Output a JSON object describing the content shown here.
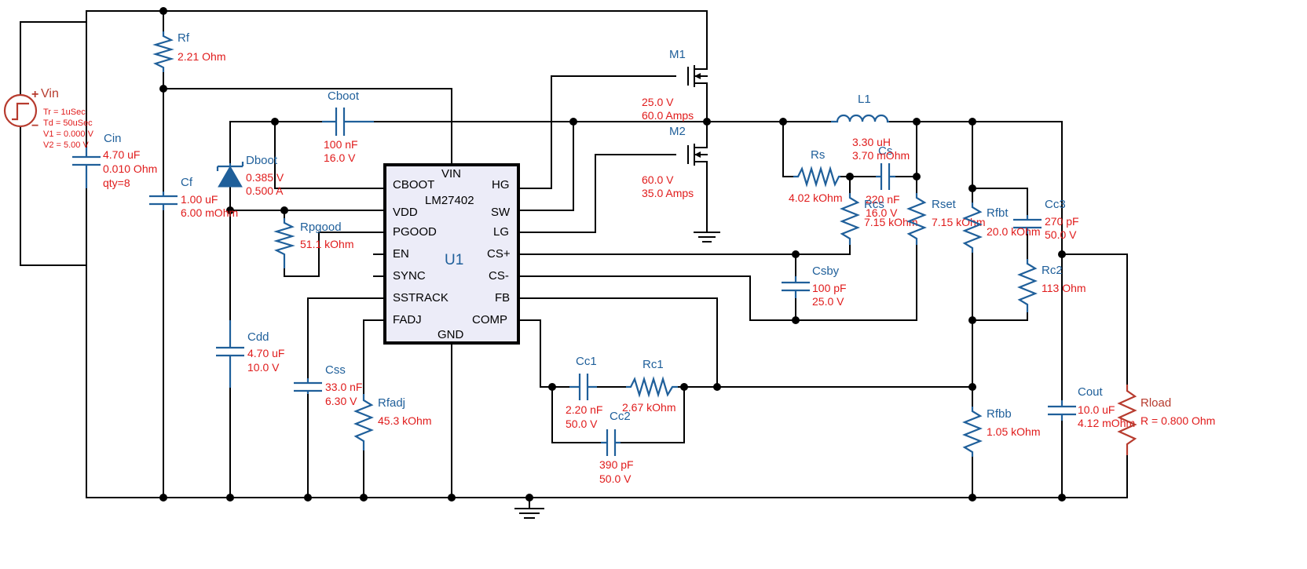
{
  "schematic": {
    "ic": {
      "ref": "U1",
      "part": "LM27402",
      "pins": {
        "vin": "VIN",
        "cboot": "CBOOT",
        "hg": "HG",
        "vdd": "VDD",
        "sw": "SW",
        "pgood": "PGOOD",
        "lg": "LG",
        "en": "EN",
        "csp": "CS+",
        "sync": "SYNC",
        "csm": "CS-",
        "sstrack": "SSTRACK",
        "fb": "FB",
        "fadj": "FADJ",
        "comp": "COMP",
        "gnd": "GND"
      }
    },
    "vin": {
      "name": "Vin",
      "plus": "+",
      "minus": "−",
      "tr": "Tr = 1uSec",
      "td": "Td = 50uSec",
      "v1": "V1 = 0.000 V",
      "v2": "V2 = 5.00 V"
    },
    "components": {
      "rf": {
        "name": "Rf",
        "value1": "2.21 Ohm"
      },
      "cin": {
        "name": "Cin",
        "value1": "4.70 uF",
        "value2": "0.010 Ohm",
        "value3": "qty=8"
      },
      "cf": {
        "name": "Cf",
        "value1": "1.00 uF",
        "value2": "6.00 mOhm"
      },
      "cboot": {
        "name": "Cboot",
        "value1": "100 nF",
        "value2": "16.0 V"
      },
      "dboot": {
        "name": "Dboot",
        "value1": "0.385 V",
        "value2": "0.500 A"
      },
      "rpgood": {
        "name": "Rpgood",
        "value1": "51.1 kOhm"
      },
      "cdd": {
        "name": "Cdd",
        "value1": "4.70 uF",
        "value2": "10.0 V"
      },
      "css": {
        "name": "Css",
        "value1": "33.0 nF",
        "value2": "6.30 V"
      },
      "rfadj": {
        "name": "Rfadj",
        "value1": "45.3 kOhm"
      },
      "m1": {
        "name": "M1",
        "value1": "25.0 V",
        "value2": "60.0 Amps"
      },
      "m2": {
        "name": "M2",
        "value1": "60.0 V",
        "value2": "35.0 Amps"
      },
      "l1": {
        "name": "L1",
        "value1": "3.30 uH",
        "value2": "3.70 mOhm"
      },
      "rs": {
        "name": "Rs",
        "value1": "4.02 kOhm"
      },
      "cs": {
        "name": "Cs",
        "value1": "220 nF",
        "value2": "16.0 V"
      },
      "rcs": {
        "name": "Rcs",
        "value1": "7.15 kOhm"
      },
      "rset": {
        "name": "Rset",
        "value1": "7.15 kOhm"
      },
      "csby": {
        "name": "Csby",
        "value1": "100 pF",
        "value2": "25.0 V"
      },
      "rfbt": {
        "name": "Rfbt",
        "value1": "20.0 kOhm"
      },
      "cc3": {
        "name": "Cc3",
        "value1": "270 pF",
        "value2": "50.0 V"
      },
      "rc2": {
        "name": "Rc2",
        "value1": "113 Ohm"
      },
      "cc1": {
        "name": "Cc1",
        "value1": "2.20 nF",
        "value2": "50.0 V"
      },
      "rc1": {
        "name": "Rc1",
        "value1": "2.67 kOhm"
      },
      "cc2": {
        "name": "Cc2",
        "value1": "390 pF",
        "value2": "50.0 V"
      },
      "rfbb": {
        "name": "Rfbb",
        "value1": "1.05 kOhm"
      },
      "cout": {
        "name": "Cout",
        "value1": "10.0 uF",
        "value2": "4.12 mOhm"
      },
      "rload": {
        "name": "Rload",
        "value1": "R = 0.800 Ohm"
      }
    }
  }
}
